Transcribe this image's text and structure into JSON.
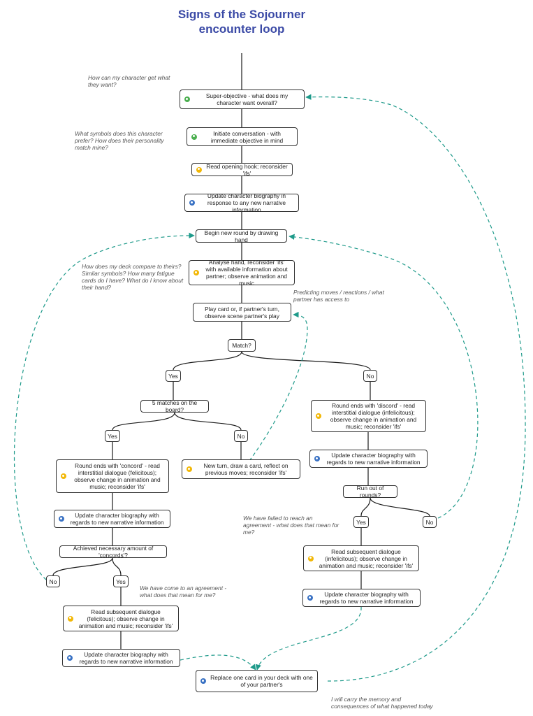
{
  "title": "Signs of the Sojourner encounter loop",
  "colors": {
    "title": "#3b4aa6",
    "connector": "#1a1a1a",
    "dashed_arrow": "#1e9a8a",
    "icon_green": "#4caf50",
    "icon_orange": "#f2b705",
    "icon_blue": "#3a72c4"
  },
  "nodes": {
    "superobjective": {
      "text": "Super-objective - what does my character want overall?",
      "icon": "green-person-icon"
    },
    "initiate": {
      "text": "Initiate conversation - with immediate objective in mind",
      "icon": "green-person-icon"
    },
    "read_hook": {
      "text": "Read opening hook; reconsider 'ifs'",
      "icon": "orange-person-icon"
    },
    "update_bio_1": {
      "text": "Update character biography in response to any new narrative information",
      "icon": "blue-person-icon"
    },
    "new_round": {
      "text": "Begin new round by drawing hand"
    },
    "analyse_hand": {
      "text": "Analyse hand, reconsider 'ifs' with available information about partner; observe animation and music",
      "icon": "orange-person-icon"
    },
    "play_card": {
      "text": "Play card or, if partner's turn, observe scene partner's play"
    },
    "match": {
      "text": "Match?"
    },
    "yes_1": {
      "text": "Yes"
    },
    "no_1": {
      "text": "No"
    },
    "five_matches": {
      "text": "5 matches on the board?"
    },
    "yes_2": {
      "text": "Yes"
    },
    "no_2": {
      "text": "No"
    },
    "round_concord": {
      "text": "Round ends with 'concord' - read interstitial dialogue (felicitous); observe change in animation and music; reconsider 'ifs'",
      "icon": "orange-person-icon"
    },
    "new_turn": {
      "text": "New turn, draw a card, reflect on previous moves; reconsider 'ifs'",
      "icon": "orange-person-icon"
    },
    "update_bio_2": {
      "text": "Update character biography with regards to new narrative information",
      "icon": "blue-person-icon"
    },
    "achieved": {
      "text": "Achieved necessary amount of 'concords'?"
    },
    "no_3": {
      "text": "No"
    },
    "yes_3": {
      "text": "Yes"
    },
    "read_felicitous": {
      "text": "Read subsequent dialogue (felicitous); observe change in animation and music; reconsider 'ifs'",
      "icon": "orange-person-icon"
    },
    "update_bio_3": {
      "text": "Update character biography with regards to new narrative information",
      "icon": "blue-person-icon"
    },
    "round_discord": {
      "text": "Round ends with 'discord' - read interstitial dialogue (infelicitous); observe change in animation and music; reconsider 'ifs'",
      "icon": "orange-person-icon"
    },
    "update_bio_4": {
      "text": "Update character biography with regards to new narrative information",
      "icon": "blue-person-icon"
    },
    "run_out": {
      "text": "Run out of rounds?"
    },
    "yes_4": {
      "text": "Yes"
    },
    "no_4": {
      "text": "No"
    },
    "read_infelicitous": {
      "text": "Read subsequent dialogue (infelicitous); observe change in animation and music; reconsider 'ifs'",
      "icon": "orange-person-icon"
    },
    "update_bio_5": {
      "text": "Update character biography with regards to new narrative information",
      "icon": "blue-person-icon"
    },
    "replace_card": {
      "text": "Replace one card in your deck with one of your partner's",
      "icon": "blue-person-icon"
    }
  },
  "notes": {
    "n1": "How can my character get what they want?",
    "n2": "What symbols does this character prefer? How does their personality match mine?",
    "n3": "How does my deck compare to theirs? Similar symbols? How many fatigue cards do I have? What do I know about their hand?",
    "n4": "Predicting moves / reactions / what partner has access to",
    "n5": "We have failed to reach an agreement - what does that mean for me?",
    "n6": "We have come to an agreement - what does that mean for me?",
    "n7": "I will carry the memory and consequences of what happened today"
  }
}
